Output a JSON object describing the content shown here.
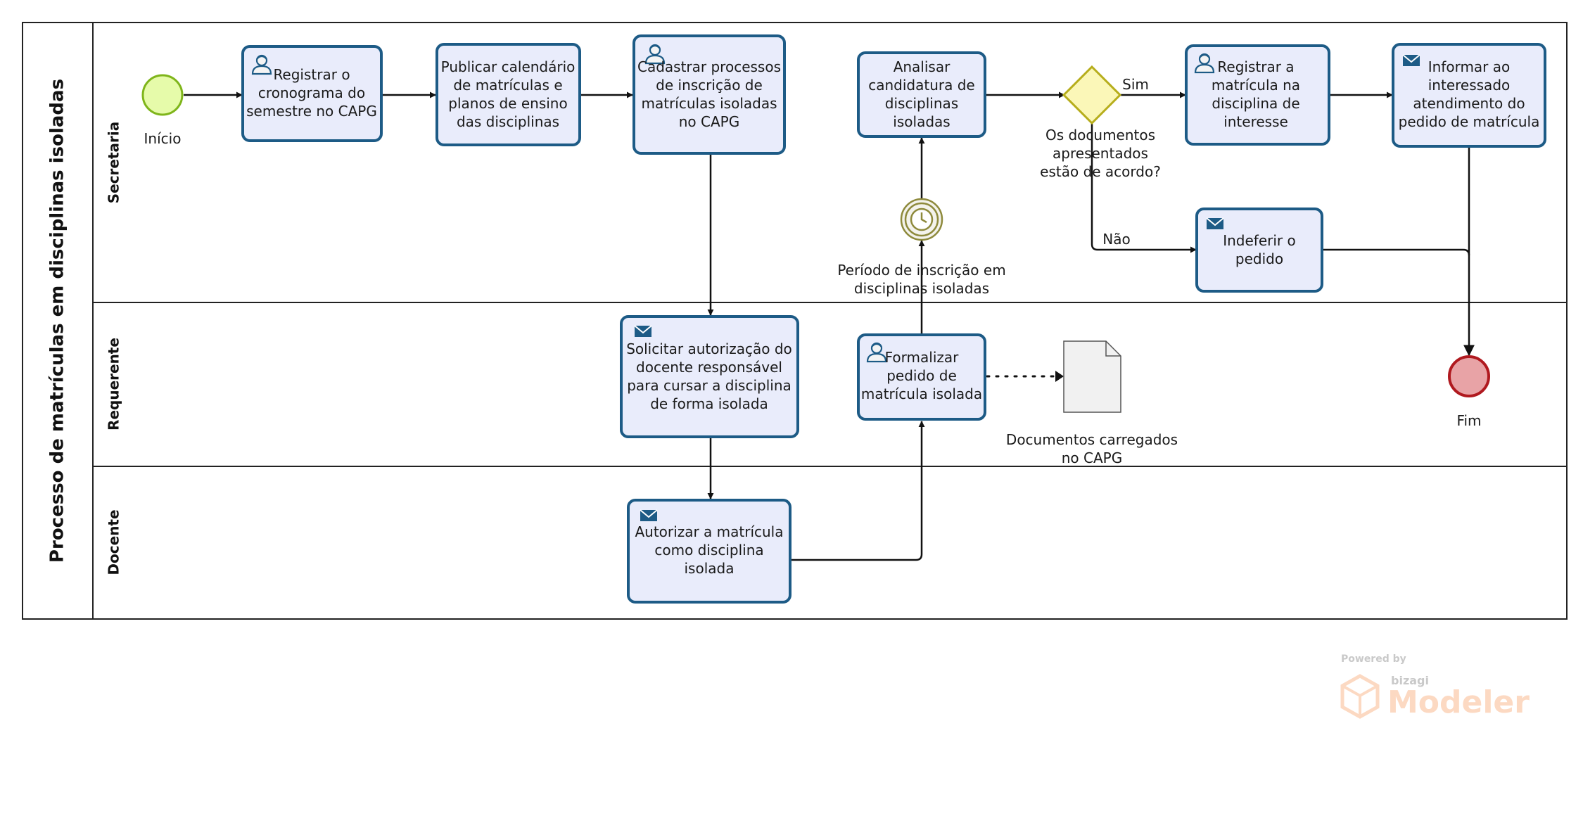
{
  "pool": {
    "title": "Processo de matrículas em disciplinas isoladas"
  },
  "lanes": [
    {
      "id": "secretaria",
      "label": "Secretaria"
    },
    {
      "id": "requerente",
      "label": "Requerente"
    },
    {
      "id": "docente",
      "label": "Docente"
    }
  ],
  "events": {
    "start": {
      "label": "Início"
    },
    "end": {
      "label": "Fim"
    },
    "timer": {
      "label": [
        "Período de inscrição em",
        "disciplinas isoladas"
      ]
    }
  },
  "tasks": {
    "registrar_cronograma": {
      "type": "user",
      "lines": [
        "Registrar o",
        "cronograma do",
        "semestre no CAPG"
      ]
    },
    "publicar_calendario": {
      "type": "none",
      "lines": [
        "Publicar calendário",
        "de matrículas e",
        "planos de ensino",
        "das disciplinas"
      ]
    },
    "cadastrar_processos": {
      "type": "user",
      "lines": [
        "Cadastrar processos",
        "de inscrição de",
        "matrículas isoladas",
        "no CAPG"
      ]
    },
    "analisar_candidatura": {
      "type": "none",
      "lines": [
        "Analisar",
        "candidatura de",
        "disciplinas",
        "isoladas"
      ]
    },
    "registrar_matricula": {
      "type": "user",
      "lines": [
        "Registrar a",
        "matrícula na",
        "disciplina de",
        "interesse"
      ]
    },
    "informar_interessado": {
      "type": "message",
      "lines": [
        "Informar ao",
        "interessado",
        "atendimento do",
        "pedido de matrícula"
      ]
    },
    "indeferir_pedido": {
      "type": "message",
      "lines": [
        "Indeferir o",
        "pedido"
      ]
    },
    "solicitar_autorizacao": {
      "type": "message",
      "lines": [
        "Solicitar autorização do",
        "docente responsável",
        "para cursar a disciplina",
        "de forma isolada"
      ]
    },
    "formalizar_pedido": {
      "type": "user",
      "lines": [
        "Formalizar",
        "pedido de",
        "matrícula isolada"
      ]
    },
    "autorizar_matricula": {
      "type": "message",
      "lines": [
        "Autorizar a matrícula",
        "como disciplina",
        "isolada"
      ]
    }
  },
  "gateway": {
    "question": [
      "Os documentos",
      "apresentados",
      "estão de acordo?"
    ],
    "yes": "Sim",
    "no": "Não"
  },
  "artifact": {
    "label": [
      "Documentos carregados",
      "no CAPG"
    ]
  },
  "branding": {
    "powered": "Powered by",
    "vendor": "bizagi",
    "product": "Modeler"
  },
  "colors": {
    "task_fill": "#e9ecfb",
    "task_stroke": "#1d5b86",
    "start_fill": "#e6fbaa",
    "start_stroke": "#7fb51b",
    "end_fill": "#e8a3a6",
    "end_stroke": "#b0191f",
    "gateway_fill": "#fbf7b8",
    "gateway_stroke": "#b6ad1b",
    "timer_stroke": "#8e8a3c"
  }
}
